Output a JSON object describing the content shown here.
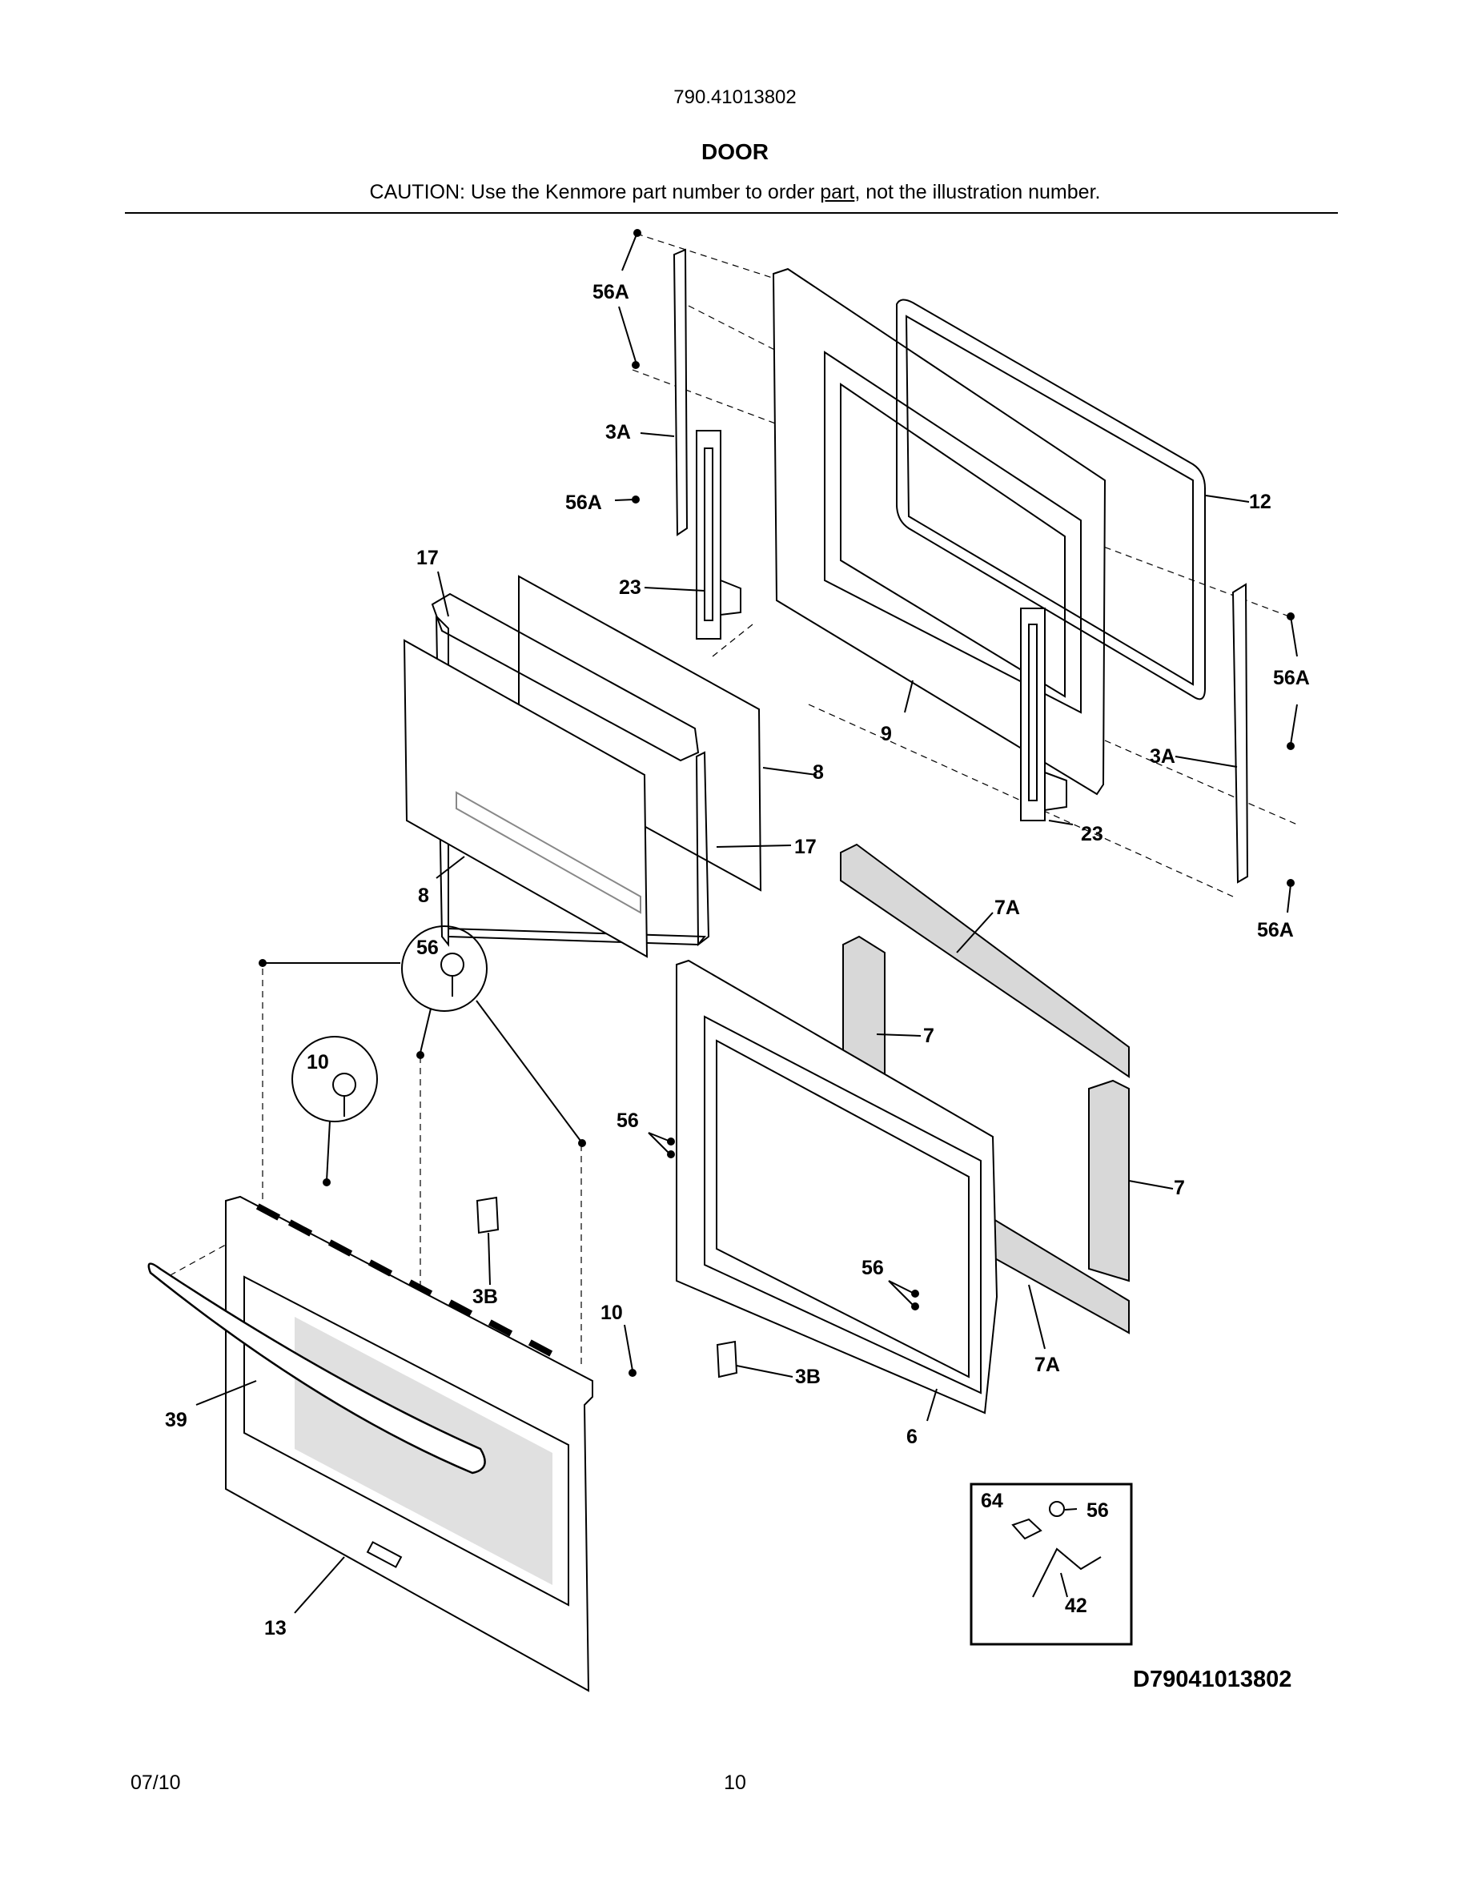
{
  "header": {
    "model_number": "790.41013802",
    "section_title": "DOOR",
    "caution_before": "CAUTION: Use the Kenmore part number to order ",
    "caution_underlined": "part",
    "caution_after": ", not the illustration number."
  },
  "diagram": {
    "callouts": {
      "c56A_top": "56A",
      "c3A_left": "3A",
      "c56A_mid": "56A",
      "c17_top": "17",
      "c23_left": "23",
      "c12": "12",
      "c56A_right": "56A",
      "c9": "9",
      "c3A_right": "3A",
      "c8_right": "8",
      "c17_right": "17",
      "c23_right": "23",
      "c8_left": "8",
      "c7A_top": "7A",
      "c56A_bottom": "56A",
      "c56_circle": "56",
      "c7_top": "7",
      "c10_circle": "10",
      "c56_left": "56",
      "c7_right": "7",
      "c3B_left": "3B",
      "c56_lower": "56",
      "c10_screw": "10",
      "c39": "39",
      "c3B_right": "3B",
      "c7A_bottom": "7A",
      "c6": "6",
      "c64": "64",
      "c56_inset": "56",
      "c42": "42",
      "c13": "13"
    }
  },
  "footer": {
    "diagram_id": "D79041013802",
    "date": "07/10",
    "page": "10"
  }
}
